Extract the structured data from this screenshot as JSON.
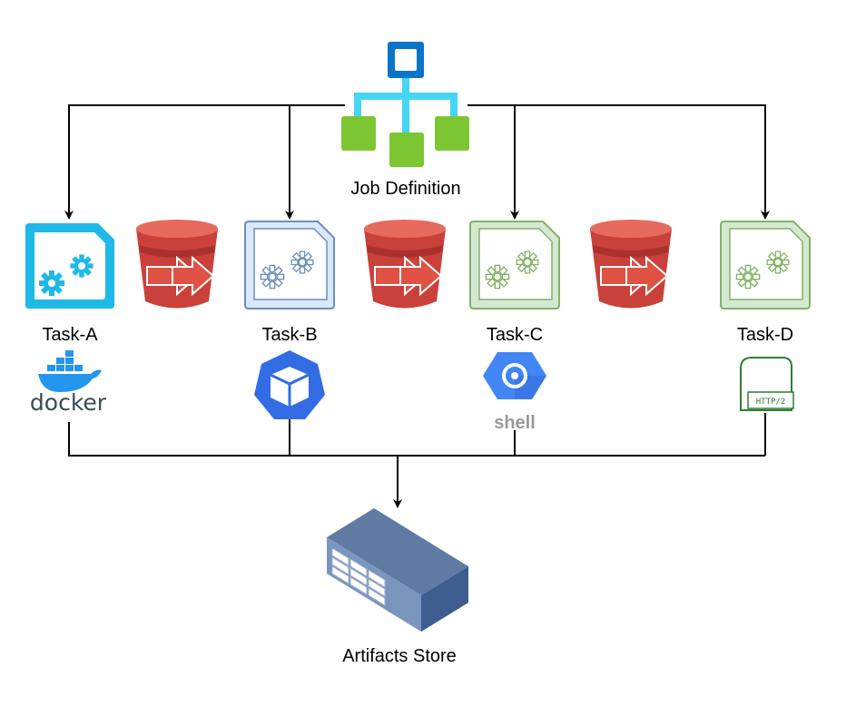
{
  "job": {
    "label": "Job Definition"
  },
  "tasks": [
    {
      "label": "Task-A",
      "runner": "docker"
    },
    {
      "label": "Task-B",
      "runner": "kubernetes"
    },
    {
      "label": "Task-C",
      "runner": "shell"
    },
    {
      "label": "Task-D",
      "runner": "http2"
    }
  ],
  "runners": {
    "docker_text": "docker",
    "shell_text": "shell",
    "http_text": "HTTP/2"
  },
  "store": {
    "label": "Artifacts Store"
  },
  "colors": {
    "task_a": "#1fb9e8",
    "task_b": "#6c8ebf",
    "task_c": "#82b366",
    "task_d": "#82b366",
    "bucket": "#e05243",
    "hierarchy_top": "#0a74c9",
    "hierarchy_mid": "#44d6f2",
    "hierarchy_leaf": "#7cc633",
    "kubernetes": "#326ce5",
    "gcp_shell": "#4285f4",
    "store": "#5f7ba3"
  }
}
